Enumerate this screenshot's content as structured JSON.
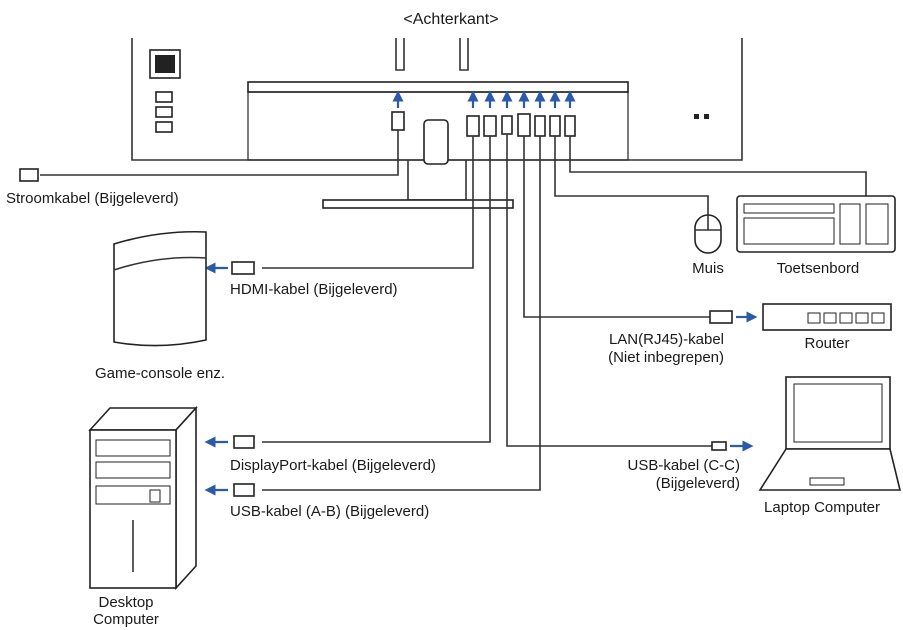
{
  "title": "<Achterkant>",
  "colors": {
    "arrow": "#2b5aa8",
    "line": "#333333"
  },
  "devices": {
    "mouse": "Muis",
    "keyboard": "Toetsenbord",
    "router": "Router",
    "game_console": "Game-console enz.",
    "laptop": "Laptop Computer",
    "desktop_line1": "Desktop",
    "desktop_line2": "Computer"
  },
  "cables": {
    "power": "Stroomkabel (Bijgeleverd)",
    "hdmi": "HDMI-kabel (Bijgeleverd)",
    "lan_line1": "LAN(RJ45)-kabel",
    "lan_line2": "(Niet inbegrepen)",
    "displayport": "DisplayPort-kabel (Bijgeleverd)",
    "usb_cc_line1": "USB-kabel (C-C)",
    "usb_cc_line2": "(Bijgeleverd)",
    "usb_ab": "USB-kabel (A-B) (Bijgeleverd)"
  }
}
